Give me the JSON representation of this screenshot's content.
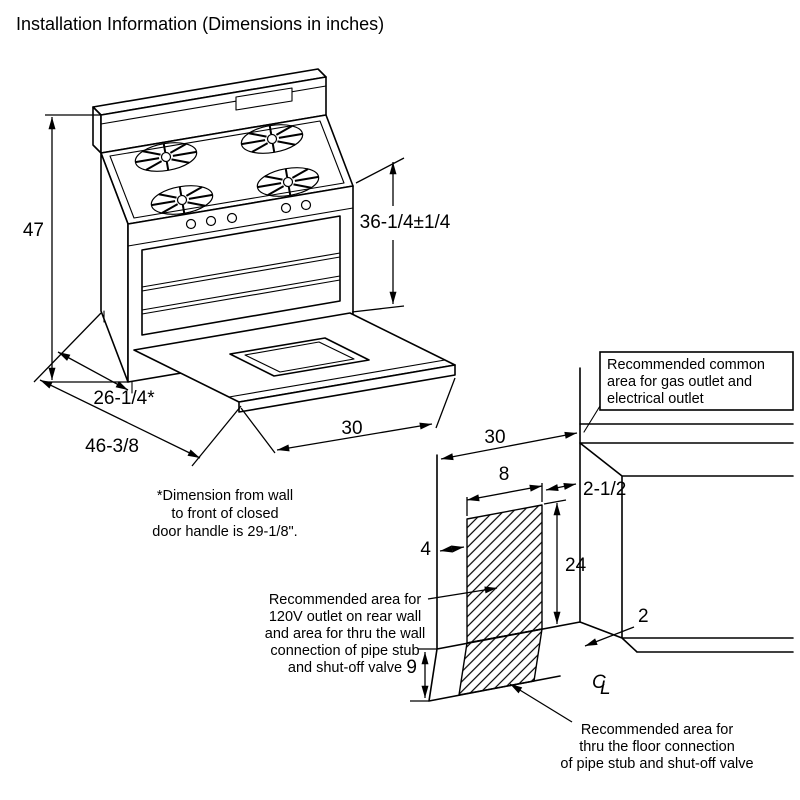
{
  "title": "Installation Information (Dimensions in inches)",
  "range_figure": {
    "dim_height": "47",
    "dim_cooktop_height": "36-1/4±1/4",
    "dim_depth": "26-1/4*",
    "dim_depth_door_open": "46-3/8",
    "dim_width": "30",
    "footnote": {
      "line1": "*Dimension from wall",
      "line2": "to front of closed",
      "line3": "door handle is 29-1/8\"."
    }
  },
  "wall_figure": {
    "callout_box": {
      "line1": "Recommended common",
      "line2": "area for gas outlet and",
      "line3": "electrical outlet"
    },
    "dim_opening_width": "30",
    "dim_corner_offset": "2-1/2",
    "dim_outlet_area_width": "8",
    "dim_outlet_area_left": "4",
    "dim_outlet_area_height": "24",
    "dim_floor_offset": "2",
    "dim_floor_depth": "9",
    "centerline": {
      "c": "C",
      "l": "L"
    },
    "note_wall": {
      "line1": "Recommended area for",
      "line2": "120V outlet on rear wall",
      "line3": "and area for thru the wall",
      "line4": "connection of pipe stub",
      "line5": "and shut-off valve"
    },
    "note_floor": {
      "line1": "Recommended area for",
      "line2": "thru the floor connection",
      "line3": "of pipe stub and shut-off valve"
    }
  },
  "colors": {
    "ink": "#000000",
    "paper": "#ffffff"
  }
}
